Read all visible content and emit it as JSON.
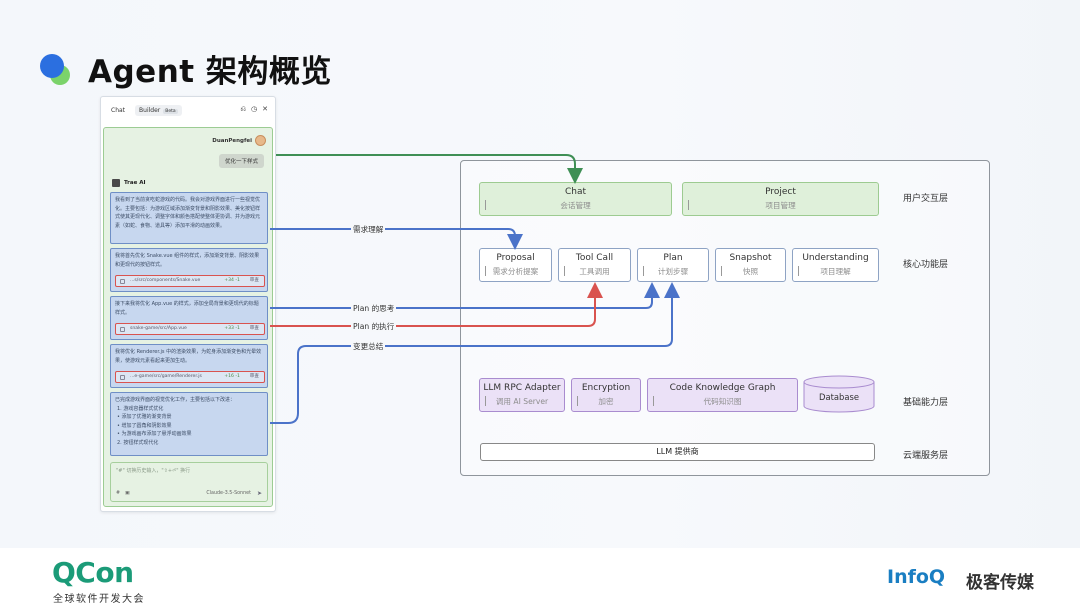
{
  "title": "Agent 架构概览",
  "colors": {
    "green_arrow": "#3f8f55",
    "blue_arrow": "#4b73c9",
    "red_arrow": "#d9534f"
  },
  "panel": {
    "tabs": [
      "Chat",
      "Builder"
    ],
    "beta": "Beta",
    "icons": [
      "history-icon",
      "clock-icon",
      "close-icon"
    ],
    "user_name": "DuanPengfei",
    "user_message": "优化一下样式",
    "ai_name": "Trae AI",
    "blocks": [
      {
        "text": "我看到了当前贪吃蛇游戏的代码。我会对游戏界面进行一些视觉优化。主要包括：为游戏区域添加渐变背景和阴影效果、美化按钮样式使其更现代化、调整字体和颜色搭配使整体更协调、并为游戏元素（如蛇、食物、道具等）添加平滑的动画效果。"
      },
      {
        "text": "我将首先优化 Snake.vue 组件的样式，添加渐变背景、阴影效果和更现代的按钮样式。",
        "chip": {
          "path": "...s/src/components/Snake.vue",
          "stats": "+34 -1",
          "review": "审查"
        }
      },
      {
        "text": "接下来我将优化 App.vue 的样式，添加全局背景和更现代的标题样式。",
        "chip": {
          "path": "snake-game/src/App.vue",
          "stats": "+33 -1",
          "review": "审查"
        }
      },
      {
        "text": "我将优化 Renderer.js 中的渲染效果，为蛇身添加渐变色和光晕效果，使游戏元素看起来更加生动。",
        "chip": {
          "path": "...e-game/src/game/Renderer.js",
          "stats": "+16 -1",
          "review": "审查"
        }
      }
    ],
    "summary": {
      "intro": "已完成游戏界面的视觉优化工作，主要包括以下改进：",
      "items": [
        "1. 游戏容器样式优化",
        "• 添加了优雅的渐变背景",
        "• 增加了圆角和阴影效果",
        "• 为游戏画布添加了悬浮动画效果",
        "2. 按钮样式现代化"
      ]
    },
    "input_placeholder": "\"#\" 切换历史输入，\"⇧+⏎\" 换行",
    "model": "Claude-3.5-Sonnet"
  },
  "arch": {
    "interaction": [
      {
        "title": "Chat",
        "subtitle": "会话管理"
      },
      {
        "title": "Project",
        "subtitle": "项目管理"
      }
    ],
    "core": [
      {
        "title": "Proposal",
        "subtitle": "需求分析提案"
      },
      {
        "title": "Tool Call",
        "subtitle": "工具调用"
      },
      {
        "title": "Plan",
        "subtitle": "计划步骤"
      },
      {
        "title": "Snapshot",
        "subtitle": "快照"
      },
      {
        "title": "Understanding",
        "subtitle": "项目理解"
      }
    ],
    "base": [
      {
        "title": "LLM RPC Adapter",
        "subtitle": "调用 AI Server"
      },
      {
        "title": "Encryption",
        "subtitle": "加密"
      },
      {
        "title": "Code Knowledge Graph",
        "subtitle": "代码知识图"
      }
    ],
    "database": "Database",
    "cloud": "LLM 提供商",
    "layers": [
      "用户交互层",
      "核心功能层",
      "基础能力层",
      "云端服务层"
    ],
    "arrows": [
      "需求理解",
      "Plan 的思考",
      "Plan 的执行",
      "变更总结"
    ]
  },
  "footer": {
    "qcon": "QCon",
    "qcon_sub": "全球软件开发大会",
    "infoq": "InfoQ",
    "publisher": "极客传媒"
  }
}
